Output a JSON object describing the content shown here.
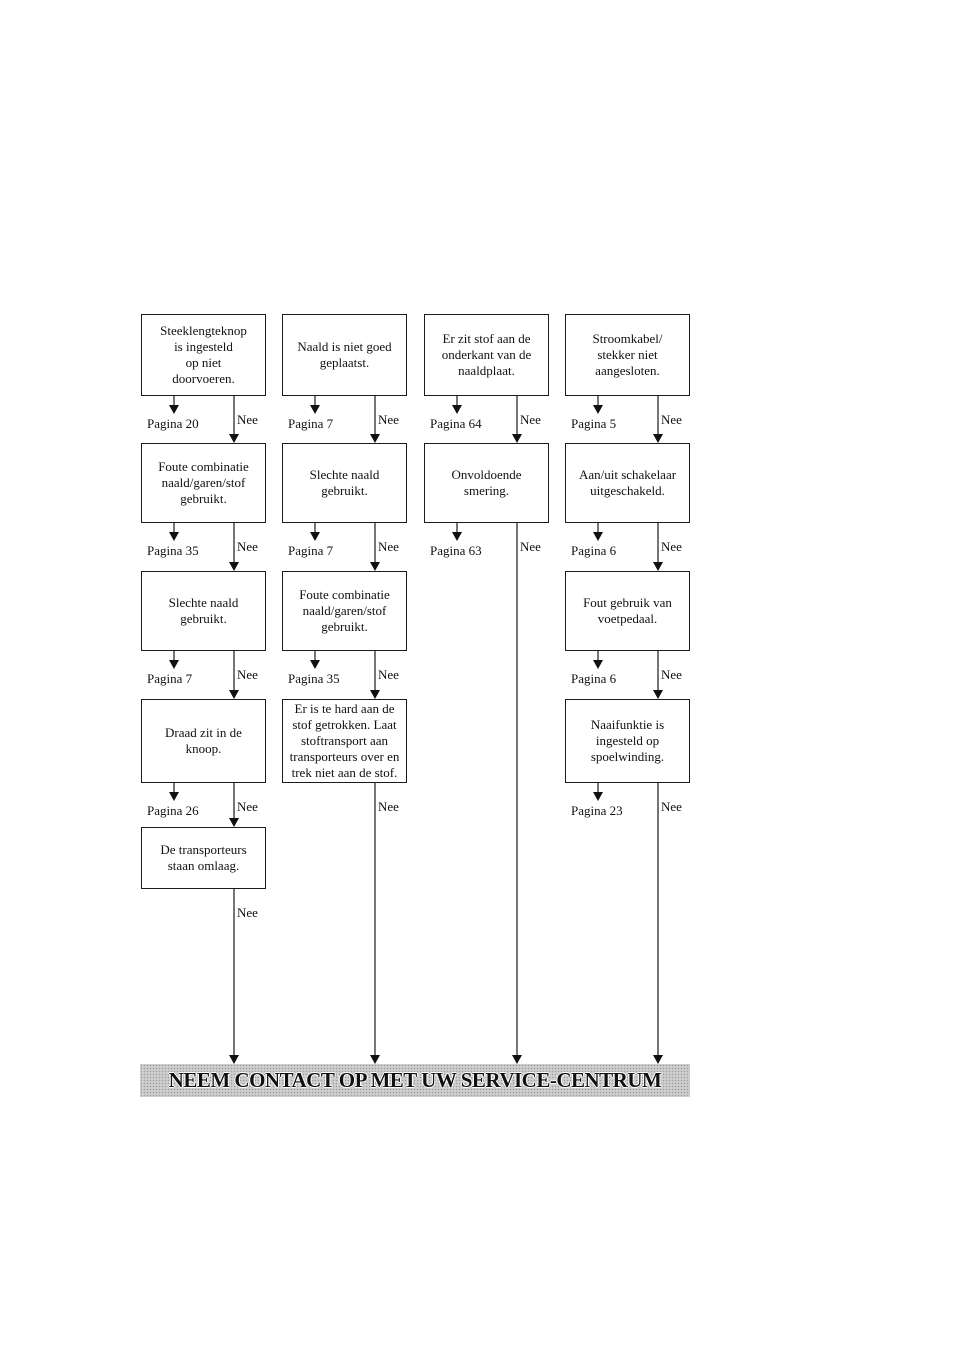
{
  "columns": [
    {
      "items": [
        {
          "text": "Steeklengteknop\nis ingesteld\nop niet\ndoorvoeren.",
          "page": "Pagina 20",
          "no": "Nee"
        },
        {
          "text": "Foute combinatie\nnaald/garen/stof\ngebruikt.",
          "page": "Pagina 35",
          "no": "Nee"
        },
        {
          "text": "Slechte naald\ngebruikt.",
          "page": "Pagina 7",
          "no": "Nee"
        },
        {
          "text": "Draad zit in de\nknoop.",
          "page": "Pagina 26",
          "no": "Nee"
        },
        {
          "text": "De transporteurs\nstaan omlaag.",
          "page": "",
          "no": "Nee"
        }
      ]
    },
    {
      "items": [
        {
          "text": "Naald is niet goed\ngeplaatst.",
          "page": "Pagina 7",
          "no": "Nee"
        },
        {
          "text": "Slechte naald\ngebruikt.",
          "page": "Pagina 7",
          "no": "Nee"
        },
        {
          "text": "Foute combinatie\nnaald/garen/stof\ngebruikt.",
          "page": "Pagina 35",
          "no": "Nee"
        },
        {
          "text": "Er is te hard aan de\nstof getrokken. Laat\nstoftransport aan\ntransporteurs over en\ntrek niet aan de stof.",
          "page": "",
          "no": "Nee"
        }
      ]
    },
    {
      "items": [
        {
          "text": "Er zit stof aan de\nonderkant van de\nnaaldplaat.",
          "page": "Pagina 64",
          "no": "Nee"
        },
        {
          "text": "Onvoldoende\nsmering.",
          "page": "Pagina 63",
          "no": "Nee"
        }
      ]
    },
    {
      "items": [
        {
          "text": "Stroomkabel/\nstekker niet\naangesloten.",
          "page": "Pagina 5",
          "no": "Nee"
        },
        {
          "text": "Aan/uit schakelaar\nuitgeschakeld.",
          "page": "Pagina 6",
          "no": "Nee"
        },
        {
          "text": "Fout gebruik van\nvoetpedaal.",
          "page": "Pagina 6",
          "no": "Nee"
        },
        {
          "text": "Naaifunktie is\ningesteld op\nspoelwinding.",
          "page": "Pagina 23",
          "no": "Nee"
        }
      ]
    }
  ],
  "banner": "NEEM CONTACT OP MET UW SERVICE-CENTRUM"
}
